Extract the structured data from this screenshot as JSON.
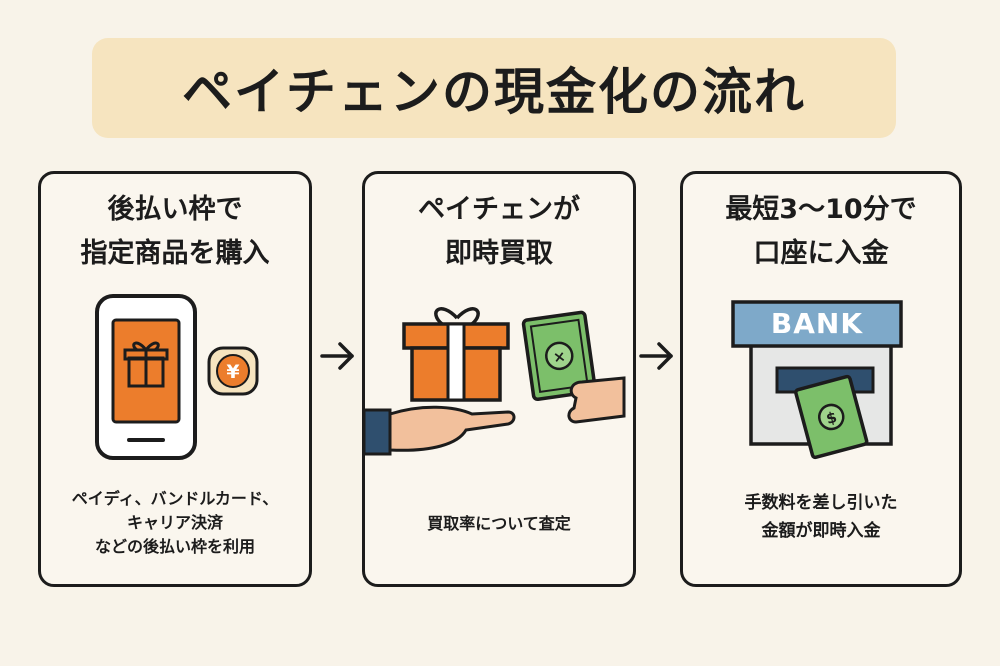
{
  "title": "ペイチェンの現金化の流れ",
  "steps": [
    {
      "title_lines": [
        "後払い枠で",
        "指定商品を購入"
      ],
      "desc_lines": [
        "ペイディ、バンドルカード、",
        "キャリア決済",
        "などの後払い枠を利用"
      ],
      "icons": [
        "smartphone-icon",
        "gift-icon",
        "yen-coin-icon"
      ]
    },
    {
      "title_lines": [
        "ペイチェンが",
        "即時買取"
      ],
      "desc_lines": [
        "買取率について査定"
      ],
      "icons": [
        "gift-box-icon",
        "receiving-hand-icon",
        "cash-in-hand-icon"
      ]
    },
    {
      "title_lines": [
        "最短3～10分で",
        "口座に入金"
      ],
      "desc_lines": [
        "手数料を差し引いた",
        "金額が即時入金"
      ],
      "icons": [
        "bank-atm-icon",
        "banknote-icon"
      ],
      "bank_label": "BANK"
    }
  ],
  "colors": {
    "accent_orange": "#ec7d2c",
    "banner": "#f6e4bf",
    "cash_green": "#7cbf6a",
    "bank_blue": "#7ea9c9",
    "background": "#f8f3e9"
  }
}
